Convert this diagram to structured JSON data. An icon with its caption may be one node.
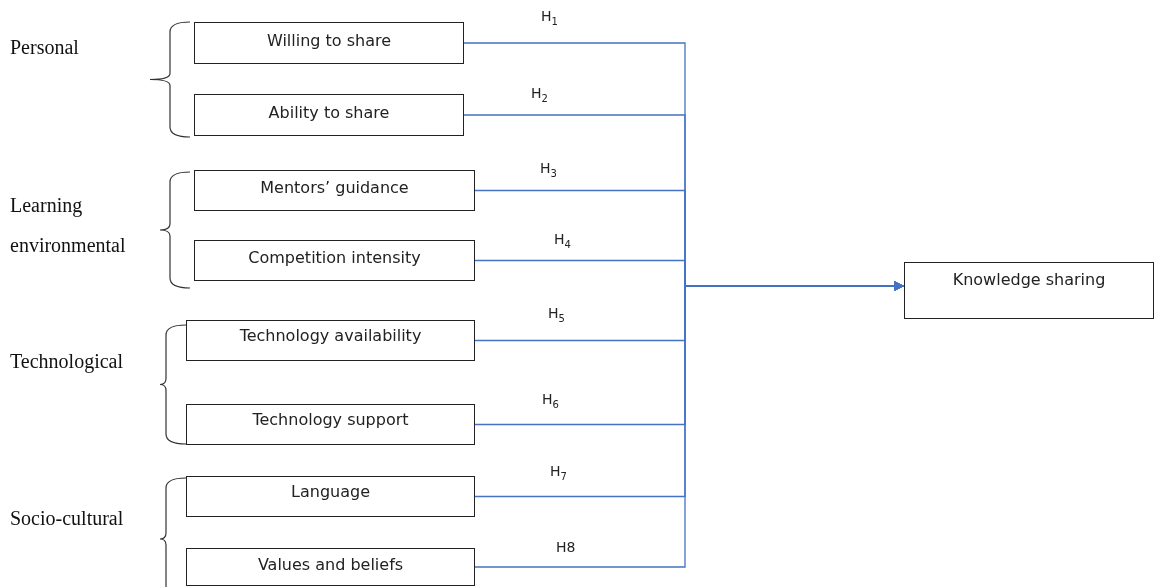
{
  "diagram": {
    "nodes": [
      {
        "text": [
          "Willing to share"
        ]
      },
      {
        "text": [
          "Ability to share"
        ]
      },
      {
        "text": [
          "Mentors’ guidance"
        ]
      },
      {
        "text": [
          "Competition intensity"
        ]
      },
      {
        "text": [
          "Technology availability"
        ]
      },
      {
        "text": [
          "Technology support"
        ]
      },
      {
        "text": [
          "Language"
        ]
      },
      {
        "text": [
          "Values and beliefs"
        ]
      },
      {
        "text": [
          "Knowledge sharing"
        ]
      }
    ],
    "edges": [
      {
        "from": 0,
        "to": 8,
        "arrow": "to",
        "label": "H$_{1}$"
      },
      {
        "from": 1,
        "to": 8,
        "arrow": "to",
        "label": "H$_{2}$"
      },
      {
        "from": 2,
        "to": 8,
        "arrow": "to",
        "label": "H$_{3}$"
      },
      {
        "from": 3,
        "to": 8,
        "arrow": "to",
        "label": "H$_{4}$"
      },
      {
        "from": 4,
        "to": 8,
        "arrow": "to",
        "label": "H$_{5}$"
      },
      {
        "from": 5,
        "to": 8,
        "arrow": "to",
        "label": "H$_{6}$"
      },
      {
        "from": 6,
        "to": 8,
        "arrow": "to",
        "label": "H$_{7}$"
      },
      {
        "from": 7,
        "to": 8,
        "arrow": "to",
        "label": "H8"
      }
    ],
    "labels": [
      "Personal",
      "Learning environmental",
      "Technological",
      "Socio-cultural"
    ]
  }
}
